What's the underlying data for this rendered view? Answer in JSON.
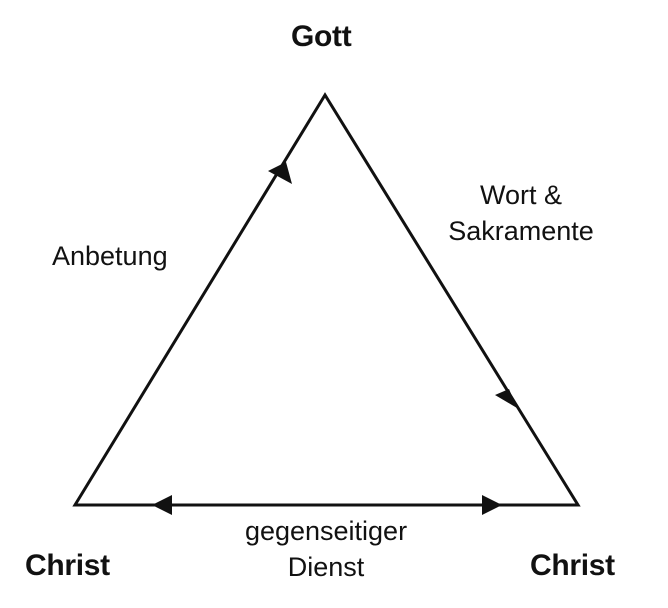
{
  "nodes": {
    "top": "Gott",
    "bottom_left": "Christ",
    "bottom_right": "Christ"
  },
  "edges": {
    "left": {
      "label": "Anbetung",
      "direction": "toward-top"
    },
    "right": {
      "lines": [
        "Wort &",
        "Sakramente"
      ],
      "direction": "toward-bottom-right"
    },
    "bottom": {
      "lines": [
        "gegenseitiger",
        "Dienst"
      ],
      "direction": "both"
    }
  },
  "colors": {
    "stroke": "#111111",
    "background": "#ffffff"
  }
}
